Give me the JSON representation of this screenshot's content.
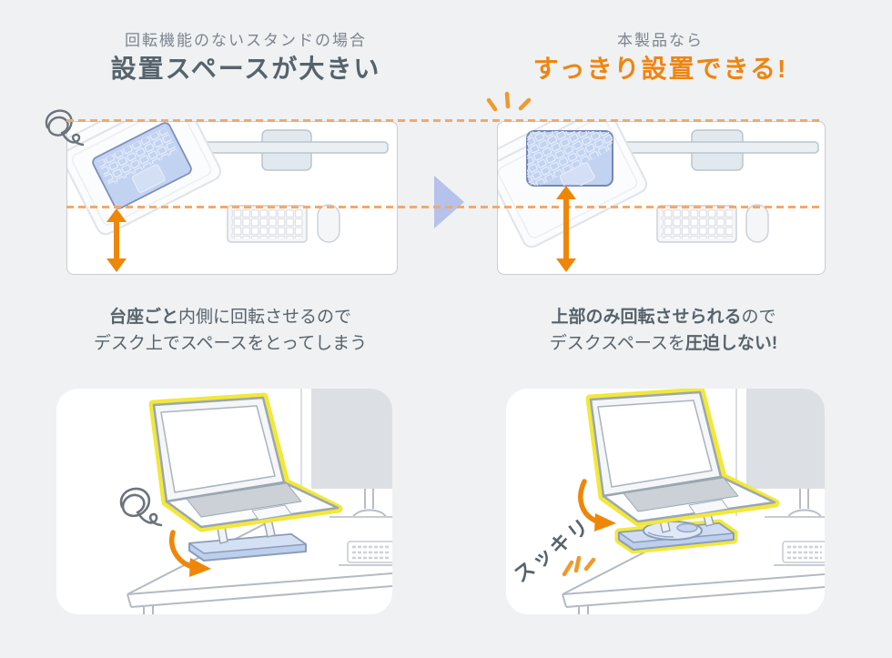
{
  "page": {
    "background": "#eff1f3"
  },
  "colors": {
    "accent_orange": "#ee8511",
    "text_dark": "#57636b",
    "text_gray": "#7c858c",
    "dashed_guide": "#f2a96b",
    "measure_arrow": "#ee8609",
    "highlight_yellow": "#f2e83a",
    "device_blue": "#b9cdf0",
    "transition_triangle": "#b6c2ec"
  },
  "left_column": {
    "header": {
      "subtitle": "回転機能のないスタンドの場合",
      "title": "設置スペースが大きい"
    },
    "caption": {
      "line1_strong": "台座ごと",
      "line1_rest": "内側に回転させるので",
      "line2": "デスク上でスペースをとってしまう"
    }
  },
  "right_column": {
    "header": {
      "subtitle": "本製品なら",
      "title": "すっきり設置できる!"
    },
    "caption": {
      "line1_strong": "上部のみ回転させられる",
      "line1_rest": "ので",
      "line2_pre": "デスクスペースを",
      "line2_strong": "圧迫しない!"
    },
    "illustration_label": "スッキリ"
  },
  "icons": {
    "transition_arrow": "right-pointing-triangle",
    "measure_arrow": "double-headed-vertical-arrow",
    "rotation_arrow": "curved-orange-arrow",
    "scribble": "frustration-squiggle",
    "spark": "emphasis-burst"
  }
}
